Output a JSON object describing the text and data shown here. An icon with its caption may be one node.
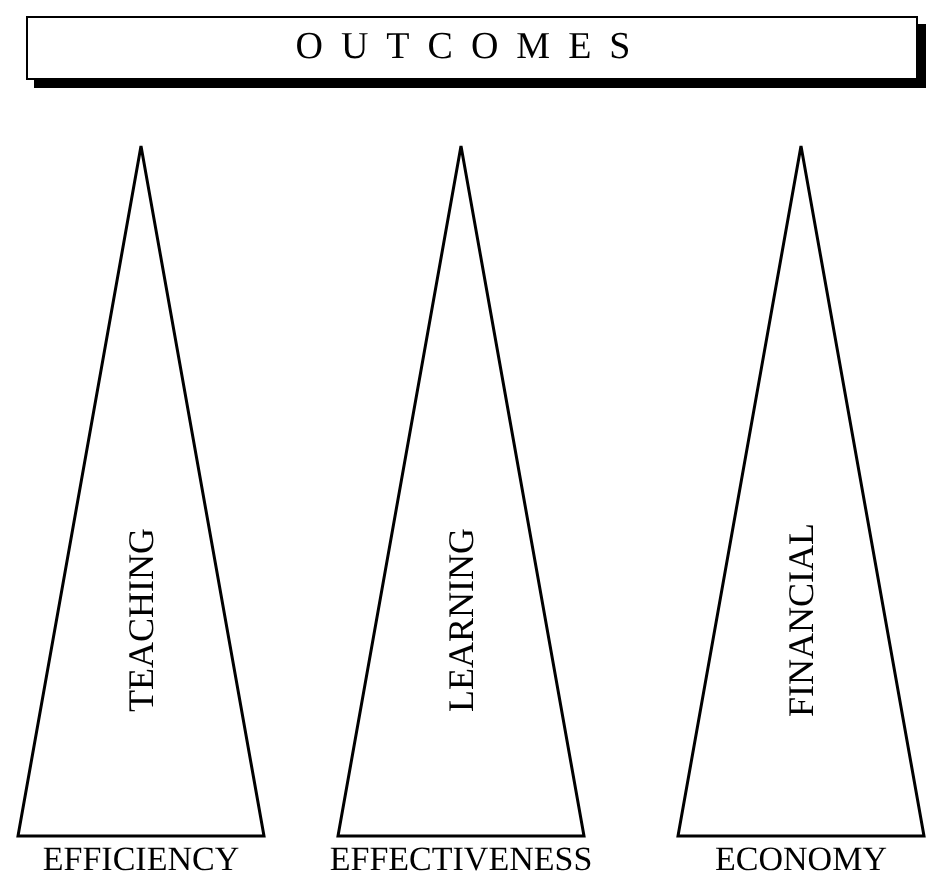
{
  "diagram": {
    "nodes": [
      {
        "text": [
          "OUTCOMES"
        ]
      },
      {
        "text": [
          "TEACHING"
        ],
        "beside": [
          "EFFICIENCY"
        ]
      },
      {
        "text": [
          "LEARNING"
        ],
        "beside": [
          "EFFECTIVENESS"
        ]
      },
      {
        "text": [
          "FINANCIAL"
        ],
        "beside": [
          "ECONOMY"
        ]
      }
    ],
    "edges": []
  }
}
